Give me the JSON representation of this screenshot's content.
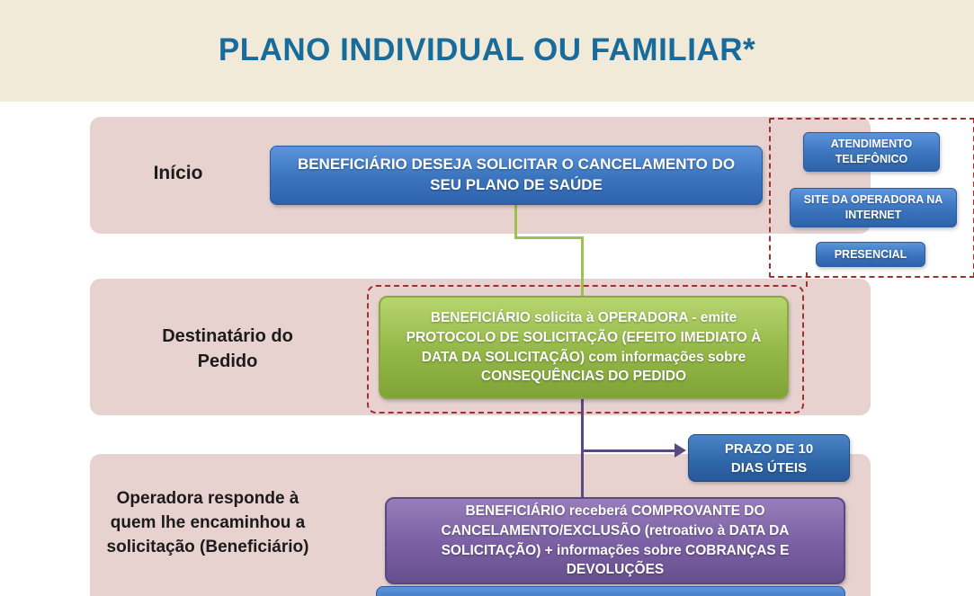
{
  "title": "PLANO INDIVIDUAL OU FAMILIAR*",
  "rows": {
    "inicio": {
      "label": "Início",
      "box": "BENEFICIÁRIO DESEJA SOLICITAR O CANCELAMENTO DO SEU PLANO DE SAÚDE"
    },
    "destinatario": {
      "label": "Destinatário do Pedido",
      "box": "BENEFICIÁRIO solicita à OPERADORA - emite PROTOCOLO DE SOLICITAÇÃO (EFEITO IMEDIATO À DATA DA SOLICITAÇÃO) com informações sobre CONSEQUÊNCIAS DO PEDIDO"
    },
    "resposta": {
      "label": "Operadora responde à quem lhe encaminhou a solicitação (Beneficiário)",
      "box": "BENEFICIÁRIO receberá COMPROVANTE DO CANCELAMENTO/EXCLUSÃO (retroativo à DATA DA SOLICITAÇÃO) +  informações sobre COBRANÇAS E DEVOLUÇÕES"
    }
  },
  "channels": [
    "ATENDIMENTO TELEFÔNICO",
    "SITE DA OPERADORA NA INTERNET",
    "PRESENCIAL"
  ],
  "deadline": "PRAZO DE 10 DIAS ÚTEIS",
  "colors": {
    "header_bg": "#F1EAD8",
    "title_text": "#176C9C",
    "band_bg": "#E7D2D0",
    "blue_box": "#3A74BD",
    "green_box": "#8FB23F",
    "purple_box": "#7A5FA3",
    "deadline_box": "#2F66A8",
    "dashed_border": "#9C3333",
    "green_connector": "#9DC04F",
    "purple_connector": "#594A7D"
  }
}
